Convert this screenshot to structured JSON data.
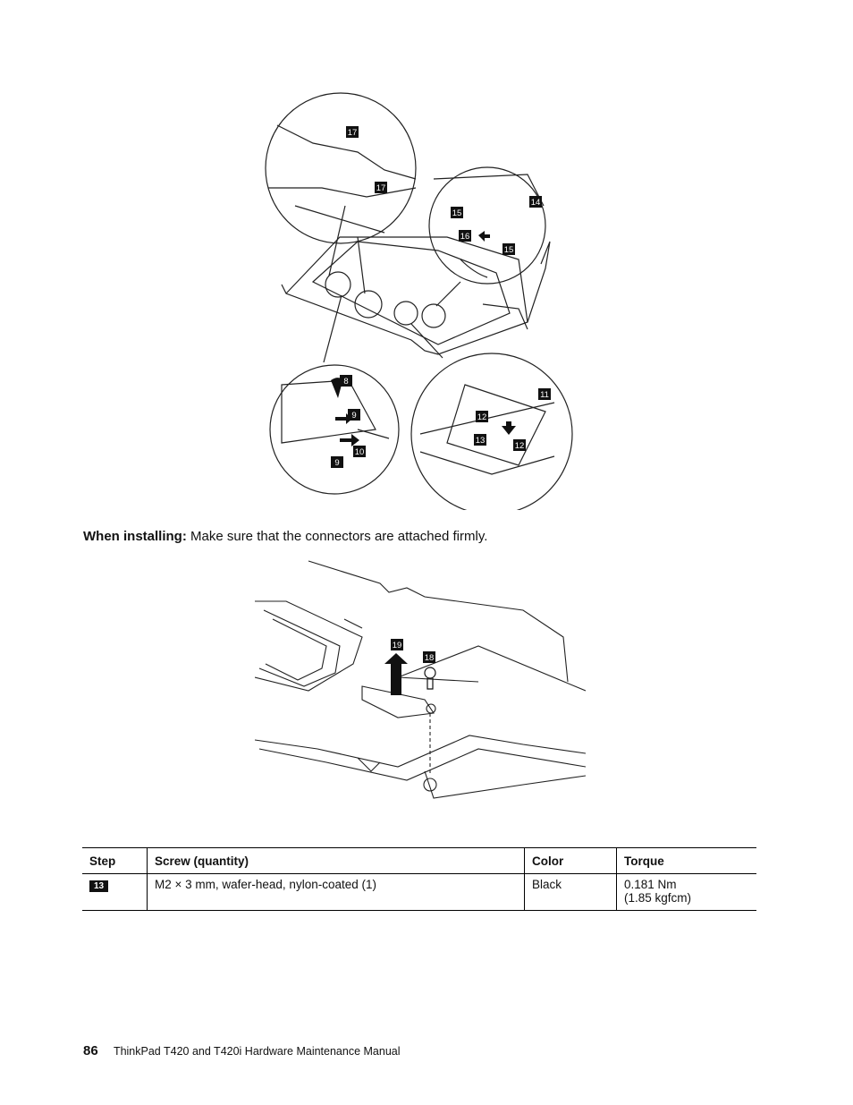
{
  "callouts_fig1": [
    "17",
    "17",
    "15",
    "14",
    "16",
    "15",
    "8",
    "9",
    "10",
    "9",
    "11",
    "12",
    "13",
    "12"
  ],
  "callouts_fig2": [
    "19",
    "18"
  ],
  "note": {
    "label": "When installing:",
    "text": "Make sure that the connectors are attached firmly."
  },
  "table": {
    "headers": [
      "Step",
      "Screw (quantity)",
      "Color",
      "Torque"
    ],
    "rows": [
      {
        "step": "13",
        "screw": "M2 × 3 mm, wafer-head, nylon-coated (1)",
        "color": "Black",
        "torque_1": "0.181 Nm",
        "torque_2": "(1.85 kgfcm)"
      }
    ]
  },
  "footer": {
    "page_number": "86",
    "title": "ThinkPad T420 and T420i Hardware Maintenance Manual"
  }
}
